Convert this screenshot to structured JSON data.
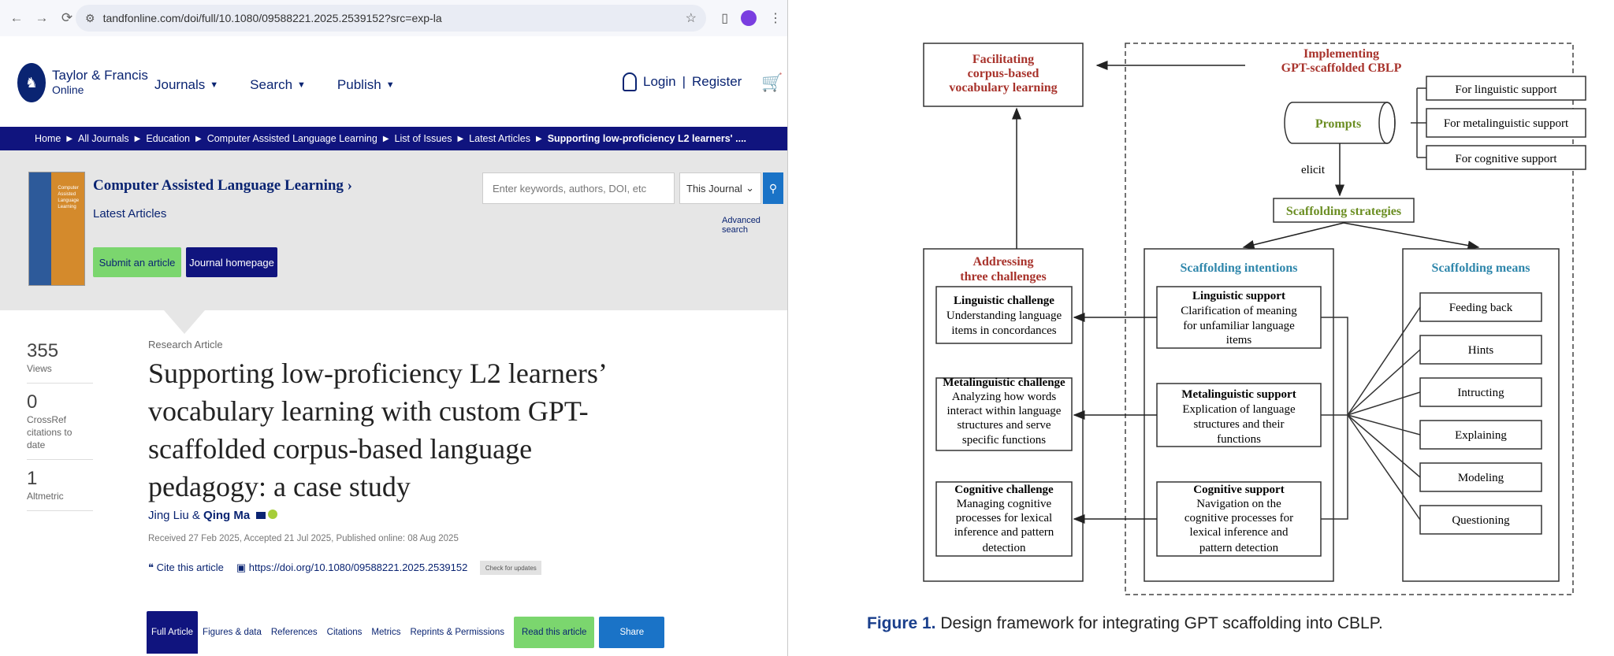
{
  "browser": {
    "url": "tandfonline.com/doi/full/10.1080/09588221.2025.2539152?src=exp-la",
    "publisher_name": "Taylor & Francis",
    "publisher_sub": "Online",
    "nav": [
      "Journals",
      "Search",
      "Publish"
    ],
    "login": "Login",
    "register": "Register",
    "breadcrumb": [
      "Home",
      "All Journals",
      "Education",
      "Computer Assisted Language Learning",
      "List of Issues",
      "Latest Articles",
      "Supporting low-proficiency L2 learners' ...."
    ],
    "journal_name": "Computer Assisted Language Learning ›",
    "journal_sub": "Latest Articles",
    "submit_label": "Submit an article",
    "home_label": "Journal homepage",
    "search_placeholder": "Enter keywords, authors, DOI, etc",
    "search_scope": "This Journal",
    "advanced_search": "Advanced search",
    "metrics": [
      {
        "num": "355",
        "lbl": "Views"
      },
      {
        "num": "0",
        "lbl": "CrossRef citations to date"
      },
      {
        "num": "1",
        "lbl": "Altmetric"
      }
    ],
    "article_type": "Research Article",
    "article_title": "Supporting low-proficiency L2 learners’ vocabulary learning with custom GPT-scaffolded corpus-based language pedagogy: a case study",
    "author1": "Jing Liu",
    "author_sep": " & ",
    "author2": "Qing Ma",
    "dates": "Received 27 Feb 2025, Accepted 21 Jul 2025, Published online: 08 Aug 2025",
    "cite_label": "Cite this article",
    "doi_link": "https://doi.org/10.1080/09588221.2025.2539152",
    "check_updates": "Check for updates",
    "tabs": [
      "Full Article",
      "Figures & data",
      "References",
      "Citations",
      "Metrics",
      "Reprints & Permissions"
    ],
    "read_label": "Read this article",
    "share_label": "Share"
  },
  "figure": {
    "facilitating": [
      "Facilitating",
      "corpus-based",
      "vocabulary learning"
    ],
    "implementing": [
      "Implementing",
      "GPT-scaffolded  CBLP"
    ],
    "prompts": "Prompts",
    "elicit": "elicit",
    "prompt_supports": [
      "For linguistic support",
      "For metalinguistic support",
      "For cognitive support"
    ],
    "scaffolding_strategies": "Scaffolding strategies",
    "addressing": [
      "Addressing",
      "three challenges"
    ],
    "challenges": [
      {
        "title": "Linguistic challenge",
        "lines": [
          "Understanding language",
          "items in concordances"
        ]
      },
      {
        "title": "Metalinguistic challenge",
        "lines": [
          "Analyzing how words",
          "interact within language",
          "structures and serve",
          "specific functions"
        ]
      },
      {
        "title": "Cognitive challenge",
        "lines": [
          "Managing cognitive",
          "processes for lexical",
          "inference and pattern",
          "detection"
        ]
      }
    ],
    "intentions_title": "Scaffolding intentions",
    "supports": [
      {
        "title": "Linguistic support",
        "lines": [
          "Clarification of meaning",
          "for unfamiliar language",
          "items"
        ]
      },
      {
        "title": "Metalinguistic support",
        "lines": [
          "Explication of language",
          "structures and their",
          "functions"
        ]
      },
      {
        "title": "Cognitive support",
        "lines": [
          "Navigation on the",
          "cognitive processes for",
          "lexical inference and",
          "pattern detection"
        ]
      }
    ],
    "means_title": "Scaffolding means",
    "means": [
      "Feeding back",
      "Hints",
      "Intructing",
      "Explaining",
      "Modeling",
      "Questioning"
    ],
    "caption_label": "Figure 1.",
    "caption_text": "Design framework for integrating GPT scaffolding into CBLP.",
    "colors": {
      "red": "#a8332c",
      "green": "#6b8e23",
      "blue": "#2e86ab"
    }
  }
}
